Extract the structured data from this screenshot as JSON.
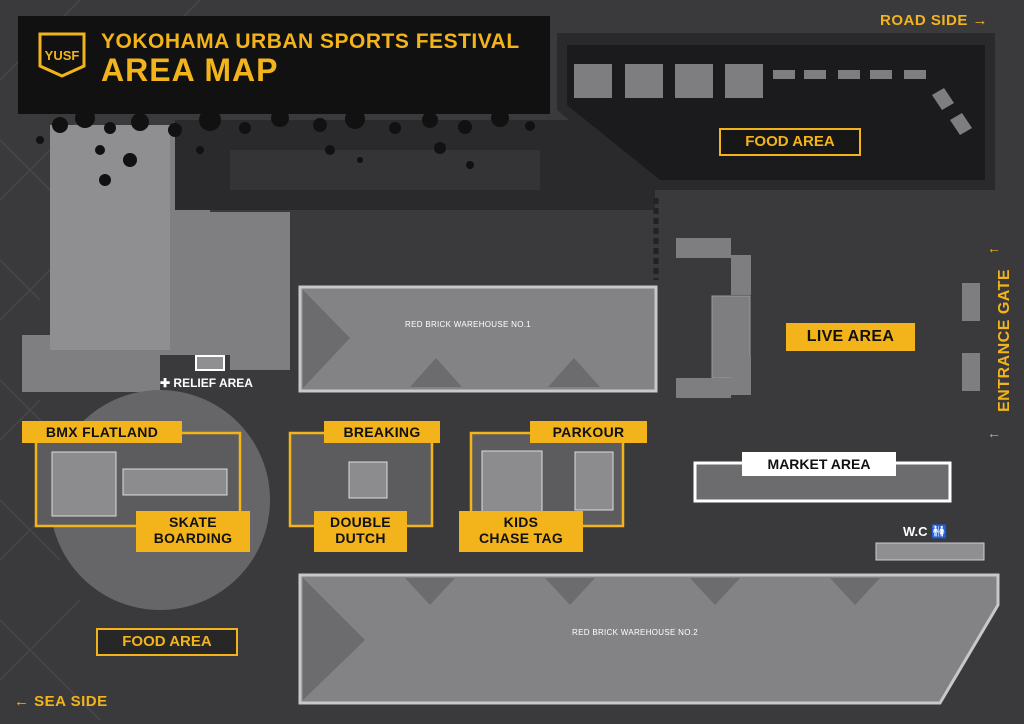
{
  "header": {
    "title": "YOKOHAMA URBAN SPORTS FESTIVAL",
    "subtitle": "AREA MAP",
    "logo_text": "YUSF"
  },
  "directions": {
    "road_side": "ROAD SIDE",
    "sea_side": "SEA SIDE",
    "entrance_gate": "ENTRANCE GATE"
  },
  "buildings": {
    "warehouse1": "RED BRICK WAREHOUSE NO.1",
    "warehouse2": "RED BRICK WAREHOUSE NO.2"
  },
  "areas": {
    "food_top": "FOOD AREA",
    "food_bottom": "FOOD AREA",
    "live": "LIVE AREA",
    "market": "MARKET AREA",
    "relief": "RELIEF AREA",
    "wc": "W.C"
  },
  "events": {
    "bmx": "BMX FLATLAND",
    "skate_line1": "SKATE",
    "skate_line2": "BOARDING",
    "breaking": "BREAKING",
    "double_line1": "DOUBLE",
    "double_line2": "DUTCH",
    "parkour": "PARKOUR",
    "kids_line1": "KIDS",
    "kids_line2": "CHASE TAG"
  },
  "colors": {
    "accent": "#f3b41b",
    "background": "#3a3a3c",
    "building": "#8f8f91",
    "dark": "#111111"
  },
  "icons": [
    "arrow-right-icon",
    "arrow-left-icon",
    "plus-icon",
    "restroom-icon"
  ]
}
